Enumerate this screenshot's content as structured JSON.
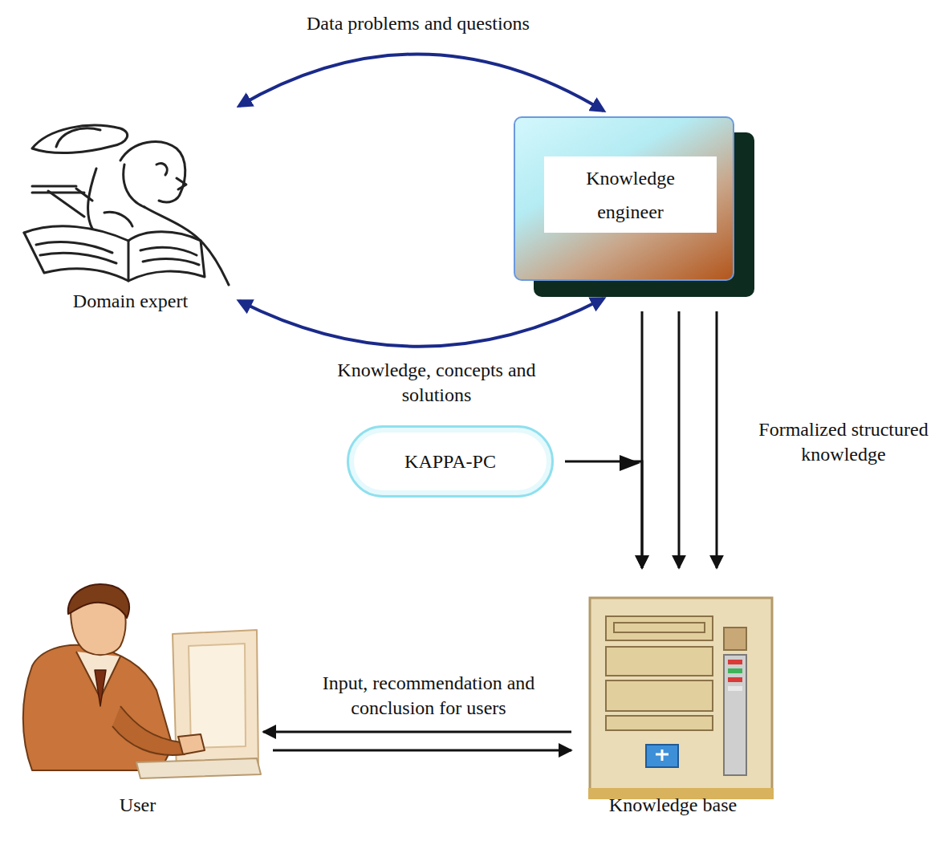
{
  "diagram": {
    "nodes": [
      {
        "text": [
          "Domain expert"
        ]
      },
      {
        "text": [
          "Knowledge engineer"
        ]
      },
      {
        "text": [
          "KAPPA-PC"
        ]
      },
      {
        "text": [
          "Knowledge base"
        ]
      },
      {
        "text": [
          "User"
        ]
      }
    ],
    "edges": [
      {
        "from": 0,
        "to": 1,
        "label": "Data problems and questions",
        "arrow": "both"
      },
      {
        "from": 0,
        "to": 1,
        "label": "Knowledge, concepts and solutions",
        "arrow": "both"
      },
      {
        "from": 1,
        "to": 3,
        "arrow": "to"
      },
      {
        "from": 1,
        "to": 3,
        "arrow": "to"
      },
      {
        "from": 1,
        "to": 3,
        "label": "Formalized structured knowledge",
        "arrow": "to"
      },
      {
        "from": 2,
        "to": 3,
        "arrow": "to"
      },
      {
        "from": 3,
        "to": 4,
        "label": "Input, recommendation and conclusion for users",
        "arrow": "to"
      },
      {
        "from": 4,
        "to": 3,
        "arrow": "to"
      }
    ]
  }
}
